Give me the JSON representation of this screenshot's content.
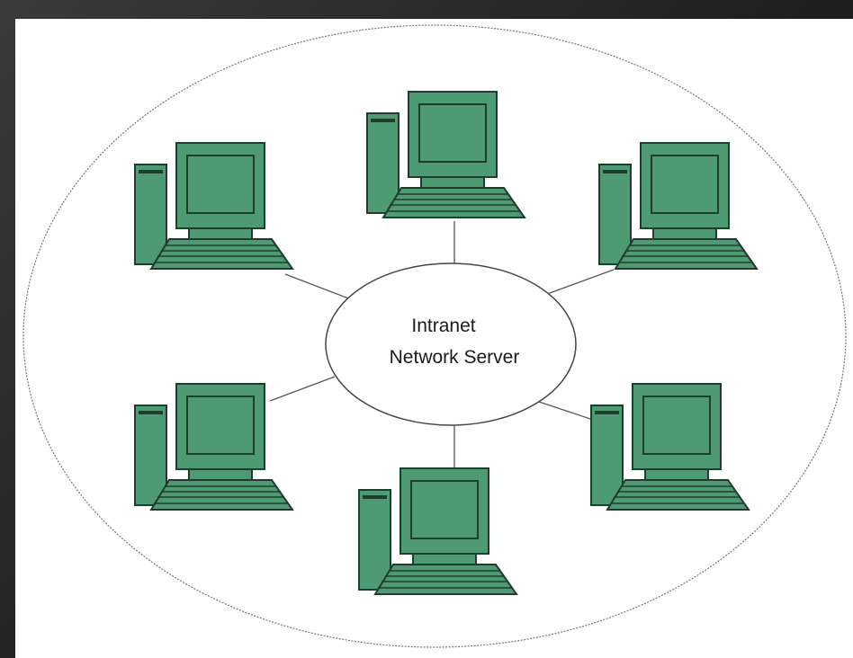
{
  "diagram": {
    "server": {
      "label_line1": "Intranet",
      "label_line2": "Network Server"
    },
    "clients": [
      {
        "name": "computer-top"
      },
      {
        "name": "computer-top-left"
      },
      {
        "name": "computer-top-right"
      },
      {
        "name": "computer-bottom-left"
      },
      {
        "name": "computer-bottom"
      },
      {
        "name": "computer-bottom-right"
      }
    ],
    "colors": {
      "computer_fill": "#4e9a72",
      "computer_stroke": "#1f3d2c",
      "line": "#555555",
      "boundary": "#777777"
    },
    "icons": {
      "client": "desktop-computer-icon",
      "server": "ellipse-server-node"
    }
  }
}
